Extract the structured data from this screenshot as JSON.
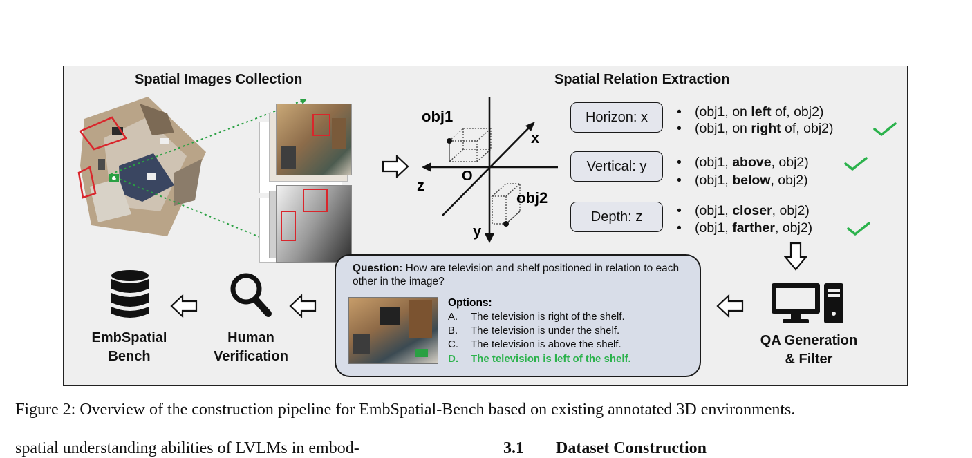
{
  "figure": {
    "spatial_images_title": "Spatial Images Collection",
    "spatial_relation_title": "Spatial Relation Extraction",
    "axes": {
      "obj1": "obj1",
      "obj2": "obj2",
      "x": "x",
      "y": "y",
      "z": "z",
      "origin": "O"
    },
    "relations": [
      {
        "axis_label": "Horizon: x",
        "items": [
          {
            "bullet": "•",
            "pre": "(obj1, on ",
            "bold": "left",
            "post": " of, obj2)",
            "check": false
          },
          {
            "bullet": "•",
            "pre": "(obj1, on ",
            "bold": "right",
            "post": " of, obj2)",
            "check": true
          }
        ]
      },
      {
        "axis_label": "Vertical: y",
        "items": [
          {
            "bullet": "•",
            "pre": "(obj1, ",
            "bold": "above",
            "post": ", obj2)",
            "check": true
          },
          {
            "bullet": "•",
            "pre": "(obj1, ",
            "bold": "below",
            "post": ", obj2)",
            "check": false
          }
        ]
      },
      {
        "axis_label": "Depth: z",
        "items": [
          {
            "bullet": "•",
            "pre": "(obj1, ",
            "bold": "closer",
            "post": ", obj2)",
            "check": false
          },
          {
            "bullet": "•",
            "pre": "(obj1, ",
            "bold": "farther",
            "post": ", obj2)",
            "check": true
          }
        ]
      }
    ],
    "qa": {
      "question_label": "Question:",
      "question_text": " How are television and shelf positioned in relation to each other in the image?",
      "options_label": "Options:",
      "options": [
        {
          "letter": "A.",
          "text": "The television is right of the shelf."
        },
        {
          "letter": "B.",
          "text": "The television is under the shelf."
        },
        {
          "letter": "C.",
          "text": "The television is above the shelf."
        },
        {
          "letter": "D.",
          "text": "The television is left of the shelf."
        }
      ]
    },
    "pipeline": {
      "benchmark_line1": "EmbSpatial",
      "benchmark_line2": "Bench",
      "human_line1": "Human",
      "human_line2": "Verification",
      "qa_gen_line1": "QA Generation",
      "qa_gen_line2": "& Filter"
    },
    "colors": {
      "check": "#2bb24c",
      "panel_bg": "#efefef",
      "box_bg": "#e4e6ed",
      "qa_bg": "#d8dde8",
      "frame_red": "#d9262c",
      "dotted_green": "#2aa043"
    }
  },
  "caption": "Figure 2: Overview of the construction pipeline for EmbSpatial-Bench based on existing annotated 3D environments.",
  "body_text": "spatial understanding abilities of LVLMs in embod-",
  "section": {
    "number": "3.1",
    "title": "Dataset Construction"
  }
}
